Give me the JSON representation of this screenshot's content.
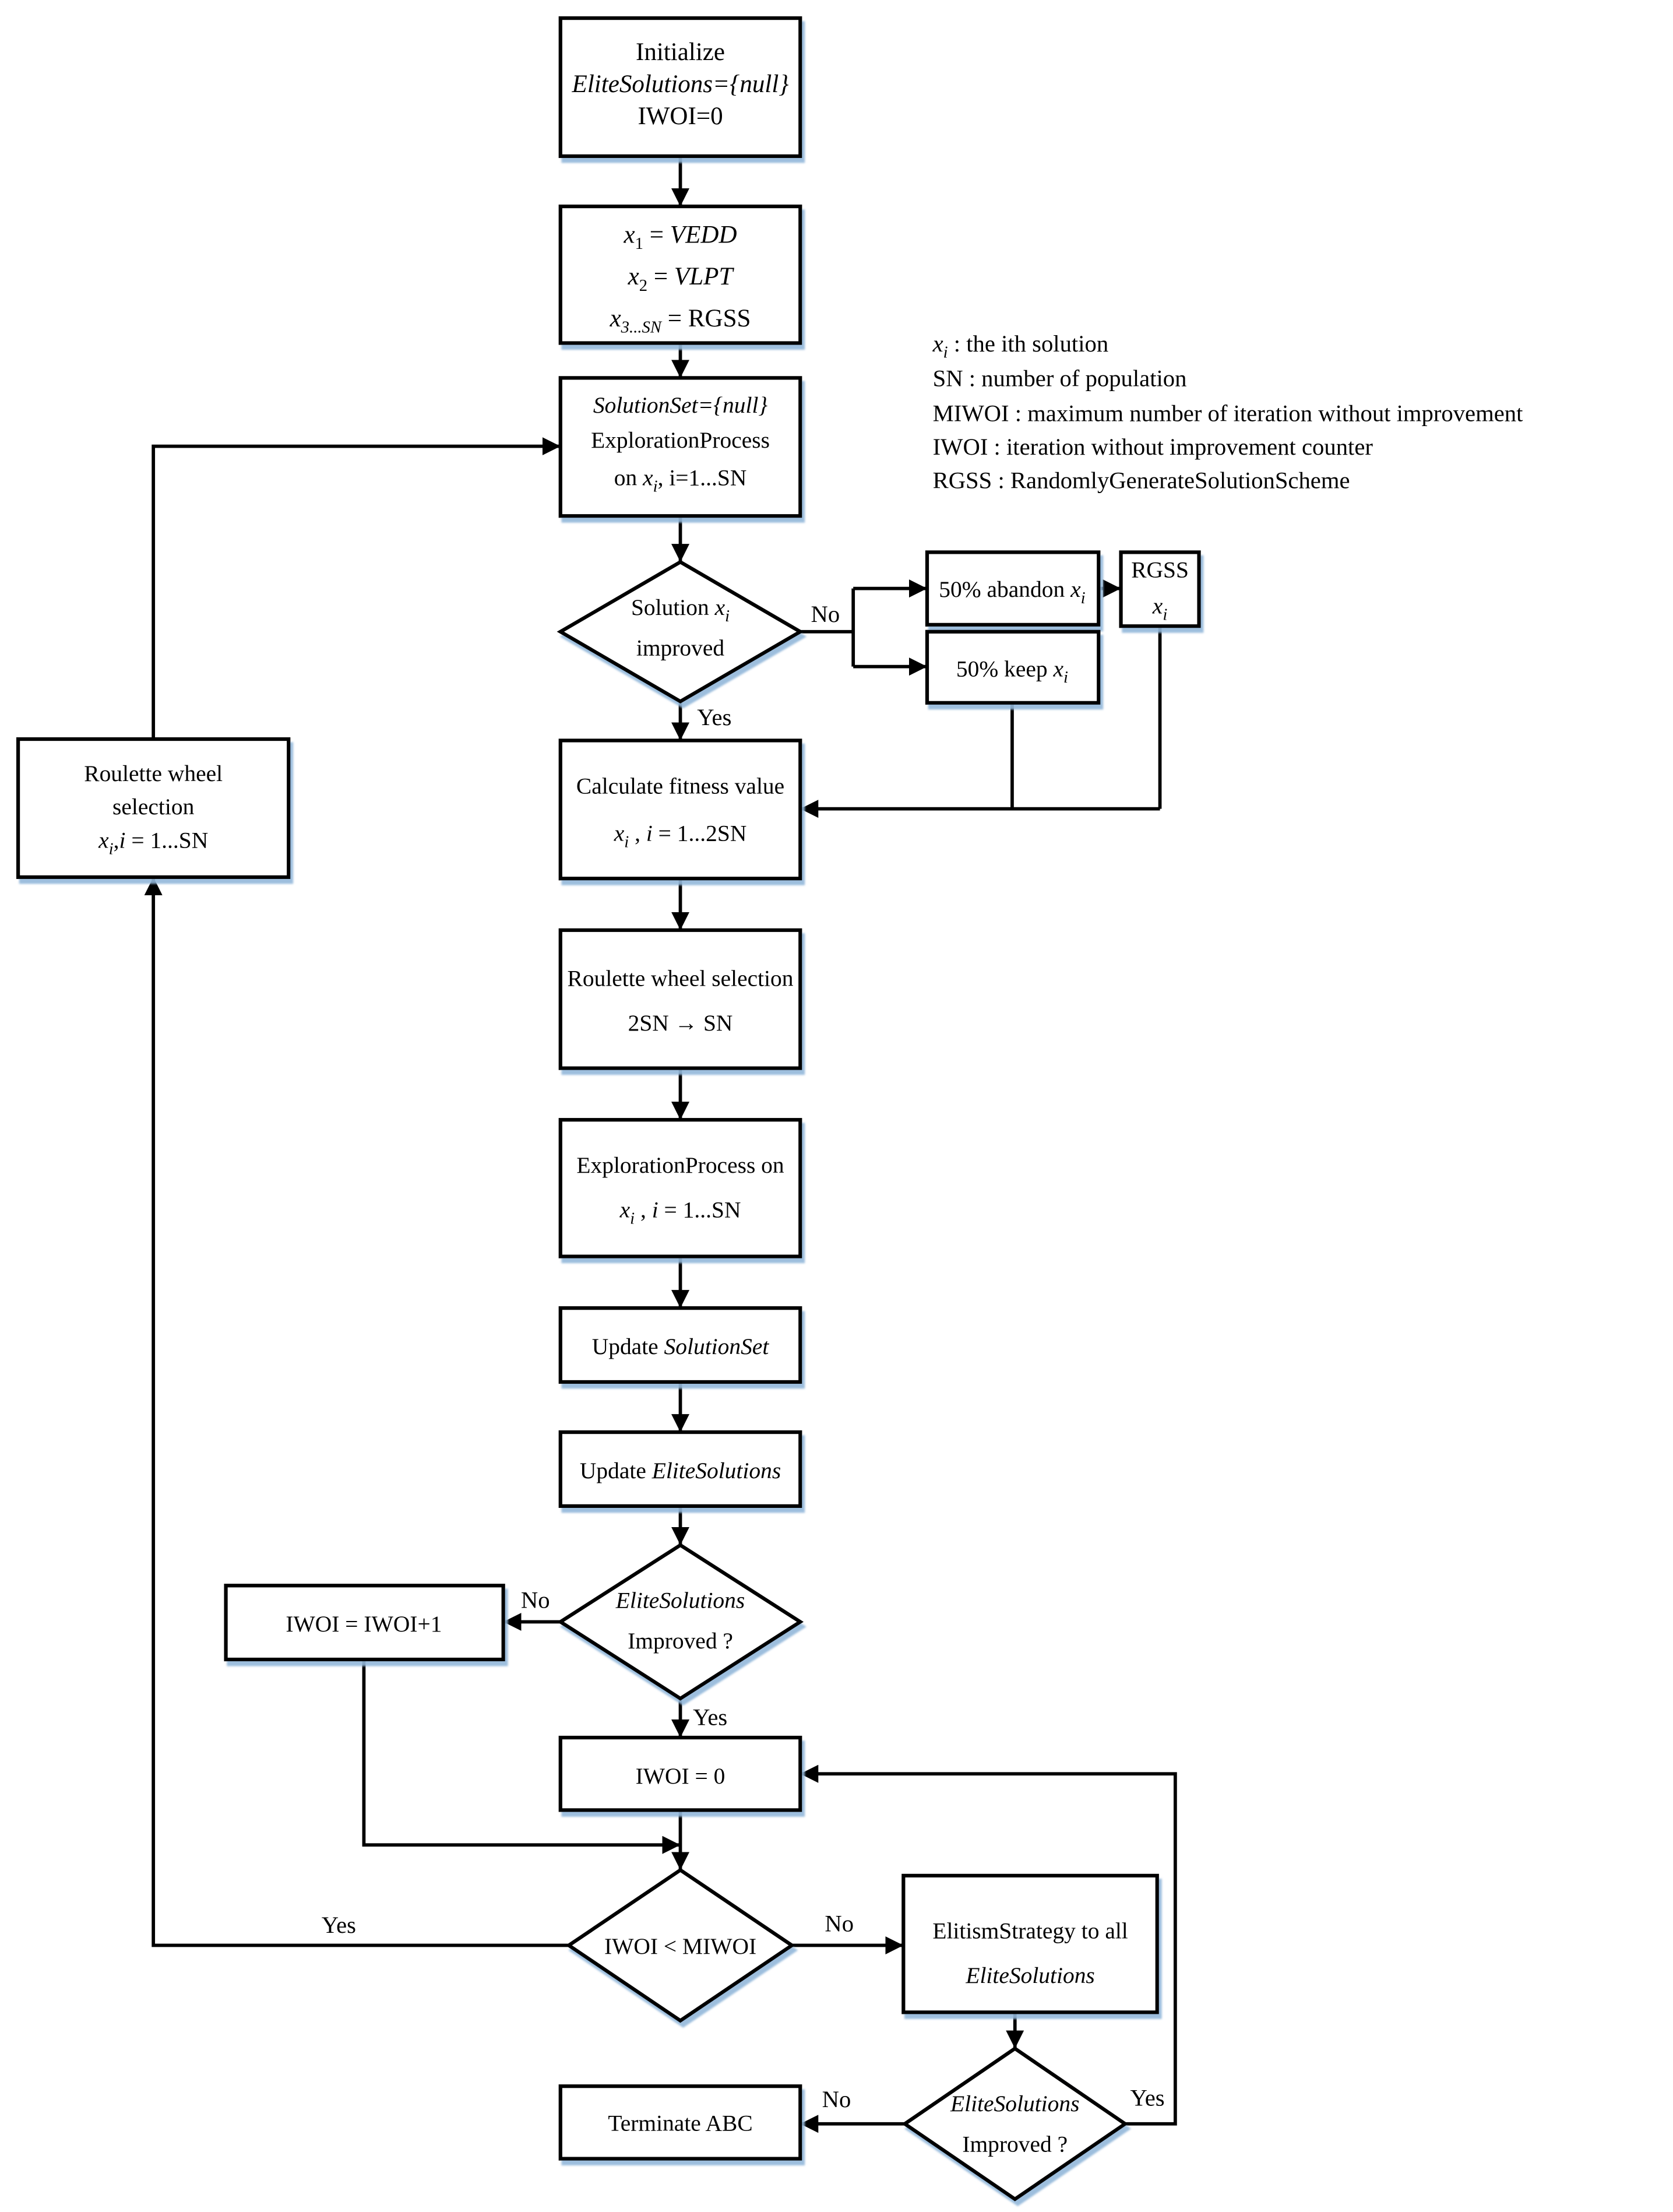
{
  "colors": {
    "stroke": "#000000",
    "shadow": "#92b7da",
    "background": "#ffffff"
  },
  "labels": {
    "yes": "Yes",
    "no": "No"
  },
  "legend": {
    "x_def": [
      {
        "t": "x",
        "i": 1
      },
      {
        "t": "i",
        "i": 1,
        "sub": 1
      },
      {
        "t": " : the ith solution"
      }
    ],
    "sn_def": "SN : number of population",
    "miwoi_def": "MIWOI : maximum number of iteration without improvement",
    "iwoi_def": "IWOI : iteration without improvement counter",
    "rgss_def": "RGSS : RandomlyGenerateSolutionScheme"
  },
  "nodes": {
    "initialize": {
      "l1": "Initialize",
      "l2": [
        {
          "t": "EliteSolutions={null}",
          "i": 1
        }
      ],
      "l3": "IWOI=0"
    },
    "seed": {
      "l1": [
        {
          "t": "x",
          "i": 1
        },
        {
          "t": "1",
          "sub": 1
        },
        {
          "t": " = "
        },
        {
          "t": "VEDD",
          "i": 1
        }
      ],
      "l2": [
        {
          "t": "x",
          "i": 1
        },
        {
          "t": "2",
          "sub": 1
        },
        {
          "t": " = "
        },
        {
          "t": "VLPT",
          "i": 1
        }
      ],
      "l3": [
        {
          "t": "x",
          "i": 1
        },
        {
          "t": "3...SN",
          "i": 1,
          "sub": 1
        },
        {
          "t": " = RGSS"
        }
      ]
    },
    "solution_set": {
      "l1": [
        {
          "t": "SolutionSet={null}",
          "i": 1
        }
      ],
      "l2": "ExplorationProcess",
      "l3": [
        {
          "t": "on  "
        },
        {
          "t": "x",
          "i": 1
        },
        {
          "t": "i",
          "i": 1,
          "sub": 1
        },
        {
          "t": ", i=1...SN"
        }
      ]
    },
    "improved1": {
      "l1": [
        {
          "t": "Solution "
        },
        {
          "t": "x",
          "i": 1
        },
        {
          "t": "i",
          "i": 1,
          "sub": 1
        }
      ],
      "l2": "improved"
    },
    "abandon": [
      {
        "t": "50% abandon "
      },
      {
        "t": "x",
        "i": 1
      },
      {
        "t": "i",
        "i": 1,
        "sub": 1
      }
    ],
    "keep": [
      {
        "t": "50% keep "
      },
      {
        "t": "x",
        "i": 1
      },
      {
        "t": "i",
        "i": 1,
        "sub": 1
      }
    ],
    "rgss": {
      "l1": "RGSS",
      "l2": [
        {
          "t": "x",
          "i": 1
        },
        {
          "t": "i",
          "i": 1,
          "sub": 1
        }
      ]
    },
    "fitness": {
      "l1": "Calculate fitness value",
      "l2": [
        {
          "t": "x",
          "i": 1
        },
        {
          "t": "i",
          "i": 1,
          "sub": 1
        },
        {
          "t": " , "
        },
        {
          "t": "i",
          "i": 1
        },
        {
          "t": " = 1...2SN"
        }
      ]
    },
    "roulette": {
      "l1": "Roulette wheel selection",
      "l2": "2SN →  SN"
    },
    "exploration": {
      "l1": "ExplorationProcess on",
      "l2": [
        {
          "t": "x",
          "i": 1
        },
        {
          "t": "i",
          "i": 1,
          "sub": 1
        },
        {
          "t": " , "
        },
        {
          "t": "i",
          "i": 1
        },
        {
          "t": " = 1...SN"
        }
      ]
    },
    "update_solution_set": [
      {
        "t": "Update "
      },
      {
        "t": "SolutionSet",
        "i": 1
      }
    ],
    "update_elite": [
      {
        "t": "Update "
      },
      {
        "t": "EliteSolutions",
        "i": 1
      }
    ],
    "elite_improved": {
      "l1": [
        {
          "t": "EliteSolutions",
          "i": 1
        }
      ],
      "l2": "Improved ?"
    },
    "iwoi_inc": "IWOI = IWOI+1",
    "iwoi_zero": "IWOI = 0",
    "iwoi_check": "IWOI < MIWOI",
    "elitism": {
      "l1": "ElitismStrategy to all",
      "l2": [
        {
          "t": "EliteSolutions",
          "i": 1
        }
      ]
    },
    "elite_improved2": {
      "l1": [
        {
          "t": "EliteSolutions",
          "i": 1
        }
      ],
      "l2": "Improved ?"
    },
    "terminate": "Terminate ABC",
    "roulette_left": {
      "l1": "Roulette wheel",
      "l2": "selection",
      "l3": [
        {
          "t": "x",
          "i": 1
        },
        {
          "t": "i",
          "i": 1,
          "sub": 1
        },
        {
          "t": ","
        },
        {
          "t": "i",
          "i": 1
        },
        {
          "t": " = 1...SN"
        }
      ]
    }
  }
}
